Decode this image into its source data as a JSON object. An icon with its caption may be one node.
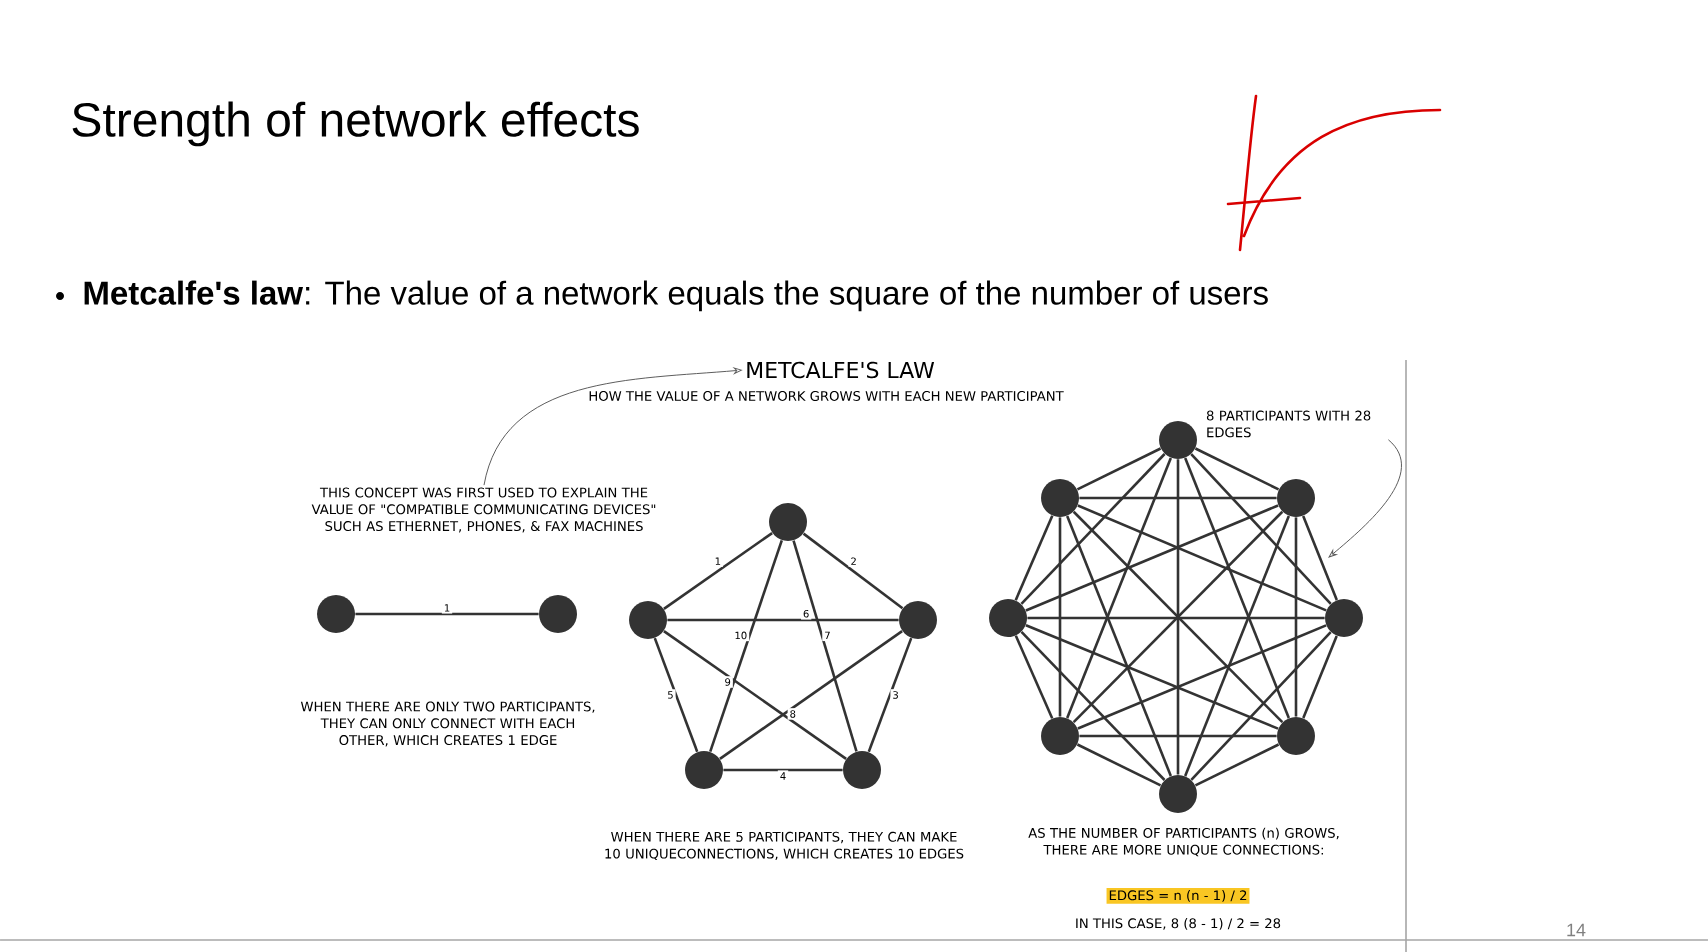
{
  "diagram": {
    "title": "Strength of network effects",
    "nodes": [
      {
        "text": [
          "METCALFE'S LAW"
        ]
      },
      {
        "text": [
          "THIS CONCEPT WAS FIRST USED TO EXPLAIN THE VALUE OF \"COMPATIBLE COMMUNICATING DEVICES\" SUCH AS ETHERNET, PHONES, & FAX MACHINES"
        ]
      },
      {
        "text": [
          "8 PARTICIPANTS WITH 28 EDGES"
        ]
      },
      {
        "text": [],
        "shape": "circle"
      },
      {
        "text": [],
        "shape": "circle"
      },
      {
        "text": [],
        "shape": "circle"
      },
      {
        "text": [],
        "shape": "circle"
      },
      {
        "text": [],
        "shape": "circle"
      },
      {
        "text": [],
        "shape": "circle"
      },
      {
        "text": [],
        "shape": "circle"
      },
      {
        "text": [],
        "shape": "circle"
      },
      {
        "text": [],
        "shape": "circle"
      },
      {
        "text": [],
        "shape": "circle"
      },
      {
        "text": [],
        "shape": "circle"
      },
      {
        "text": [],
        "shape": "circle"
      },
      {
        "text": [],
        "shape": "circle"
      },
      {
        "text": [],
        "shape": "circle"
      },
      {
        "text": [],
        "shape": "circle"
      }
    ],
    "edges": [
      {
        "from": 1,
        "to": 0,
        "arrow": "to"
      },
      {
        "from": 2,
        "to": null,
        "arrow": "to"
      },
      {
        "from": 3,
        "to": 4,
        "arrow": "none",
        "label": "1"
      },
      {
        "from": 5,
        "to": 6,
        "arrow": "none",
        "label": "1"
      },
      {
        "from": 5,
        "to": 7,
        "arrow": "none",
        "label": "2"
      },
      {
        "from": 7,
        "to": 9,
        "arrow": "none",
        "label": "3"
      },
      {
        "from": 8,
        "to": 9,
        "arrow": "none",
        "label": "4"
      },
      {
        "from": 6,
        "to": 8,
        "arrow": "none",
        "label": "5"
      },
      {
        "from": 6,
        "to": 7,
        "arrow": "none",
        "label": "6"
      },
      {
        "from": 5,
        "to": 9,
        "arrow": "none",
        "label": "7"
      },
      {
        "from": 7,
        "to": 8,
        "arrow": "none",
        "label": "8"
      },
      {
        "from": 6,
        "to": 9,
        "arrow": "none",
        "label": "9"
      },
      {
        "from": 5,
        "to": 8,
        "arrow": "none",
        "label": "10"
      },
      {
        "from": 10,
        "to": 11,
        "arrow": "none"
      },
      {
        "from": 10,
        "to": 12,
        "arrow": "none"
      },
      {
        "from": 10,
        "to": 13,
        "arrow": "none"
      },
      {
        "from": 10,
        "to": 14,
        "arrow": "none"
      },
      {
        "from": 10,
        "to": 15,
        "arrow": "none"
      },
      {
        "from": 10,
        "to": 16,
        "arrow": "none"
      },
      {
        "from": 10,
        "to": 17,
        "arrow": "none"
      },
      {
        "from": 11,
        "to": 12,
        "arrow": "none"
      },
      {
        "from": 11,
        "to": 13,
        "arrow": "none"
      },
      {
        "from": 11,
        "to": 14,
        "arrow": "none"
      },
      {
        "from": 11,
        "to": 15,
        "arrow": "none"
      },
      {
        "from": 11,
        "to": 16,
        "arrow": "none"
      },
      {
        "from": 11,
        "to": 17,
        "arrow": "none"
      },
      {
        "from": 12,
        "to": 13,
        "arrow": "none"
      },
      {
        "from": 12,
        "to": 14,
        "arrow": "none"
      },
      {
        "from": 12,
        "to": 15,
        "arrow": "none"
      },
      {
        "from": 12,
        "to": 16,
        "arrow": "none"
      },
      {
        "from": 12,
        "to": 17,
        "arrow": "none"
      },
      {
        "from": 13,
        "to": 14,
        "arrow": "none"
      },
      {
        "from": 13,
        "to": 15,
        "arrow": "none"
      },
      {
        "from": 13,
        "to": 16,
        "arrow": "none"
      },
      {
        "from": 13,
        "to": 17,
        "arrow": "none"
      },
      {
        "from": 14,
        "to": 15,
        "arrow": "none"
      },
      {
        "from": 14,
        "to": 16,
        "arrow": "none"
      },
      {
        "from": 14,
        "to": 17,
        "arrow": "none"
      },
      {
        "from": 15,
        "to": 16,
        "arrow": "none"
      },
      {
        "from": 15,
        "to": 17,
        "arrow": "none"
      },
      {
        "from": 16,
        "to": 17,
        "arrow": "none"
      }
    ],
    "labels": [
      "**Metcalfe's law**: The value of a network equals the square of the number of users",
      "HOW THE VALUE OF A NETWORK GROWS WITH EACH NEW PARTICIPANT",
      "WHEN THERE ARE ONLY TWO PARTICIPANTS, THEY CAN ONLY CONNECT WITH EACH OTHER, WHICH CREATES 1 EDGE",
      "WHEN THERE ARE 5 PARTICIPANTS, THEY CAN MAKE 10 UNIQUECONNECTIONS, WHICH CREATES 10 EDGES",
      "AS THE NUMBER OF PARTICIPANTS (n) GROWS, THERE ARE MORE UNIQUE CONNECTIONS:",
      "EDGES = n (n - 1) / 2",
      "IN THIS CASE, 8 (8 - 1) / 2 = 28",
      "14"
    ]
  }
}
